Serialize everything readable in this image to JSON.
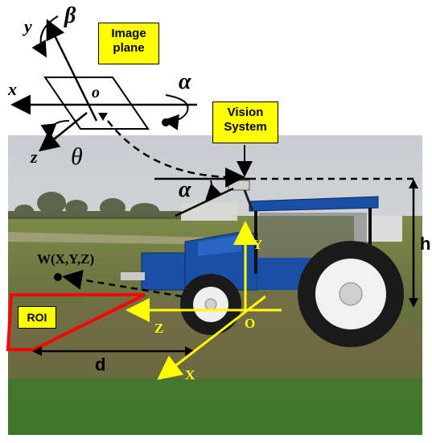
{
  "top_diagram": {
    "axis_y": "y",
    "axis_x": "x",
    "axis_z": "z",
    "origin": "o",
    "beta": "β",
    "alpha": "α",
    "theta": "θ"
  },
  "image_plane_label": [
    "Image",
    "plane"
  ],
  "vision_system_label": [
    "Vision",
    "System"
  ],
  "photo_annotations": {
    "alpha": "α",
    "height": "h",
    "world_point": "W(X,Y,Z)",
    "roi": "ROI",
    "distance": "d",
    "axis_Y": "Y",
    "axis_Z": "Z",
    "axis_X": "X",
    "origin": "O"
  },
  "colors": {
    "label_fill": "#ffff00",
    "roi_outline": "#ff0000",
    "world_axes": "#ffff00",
    "tractor_body": "#1a4fa8"
  }
}
